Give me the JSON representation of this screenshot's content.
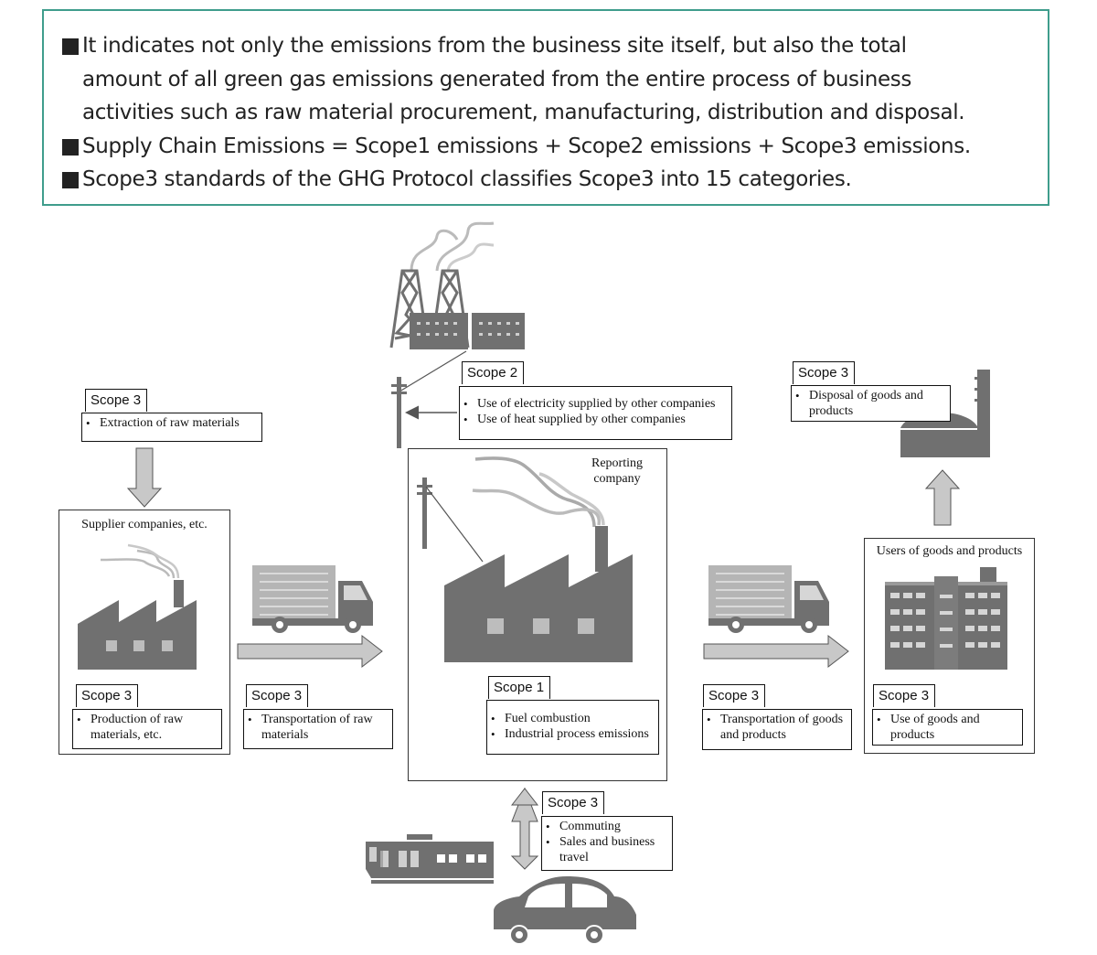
{
  "intro": {
    "lines": [
      "It indicates not only the emissions from the business site itself, but also the total",
      "amount of all green gas emissions generated from the entire process of business",
      "activities such as raw material procurement, manufacturing, distribution and disposal.",
      "Supply Chain Emissions = Scope1 emissions + Scope2 emissions + Scope3 emissions.",
      "Scope3 standards of the GHG Protocol classifies Scope3 into 15 categories."
    ]
  },
  "diagram": {
    "supplier_label": "Supplier companies, etc.",
    "reporting_label": "Reporting company",
    "users_label": "Users of goods and products",
    "scopes": {
      "extraction": {
        "tag": "Scope 3",
        "items": [
          "Extraction of raw materials"
        ]
      },
      "production": {
        "tag": "Scope 3",
        "items": [
          "Production of raw materials, etc."
        ]
      },
      "transport_raw": {
        "tag": "Scope 3",
        "items": [
          "Transportation of raw materials"
        ]
      },
      "scope2": {
        "tag": "Scope 2",
        "items": [
          "Use of electricity supplied by other companies",
          "Use of heat supplied by other companies"
        ]
      },
      "scope1": {
        "tag": "Scope 1",
        "items": [
          "Fuel combustion",
          "Industrial process emissions"
        ]
      },
      "commuting": {
        "tag": "Scope 3",
        "items": [
          "Commuting",
          "Sales and business travel"
        ]
      },
      "transport_goods": {
        "tag": "Scope 3",
        "items": [
          "Transportation of goods and products"
        ]
      },
      "use_goods": {
        "tag": "Scope 3",
        "items": [
          "Use of goods and products"
        ]
      },
      "disposal": {
        "tag": "Scope 3",
        "items": [
          "Disposal of goods and products"
        ]
      }
    }
  },
  "colors": {
    "border": "#3f9d8c",
    "icon": "#7a7a7a",
    "arrow": "#c8c8c8"
  }
}
